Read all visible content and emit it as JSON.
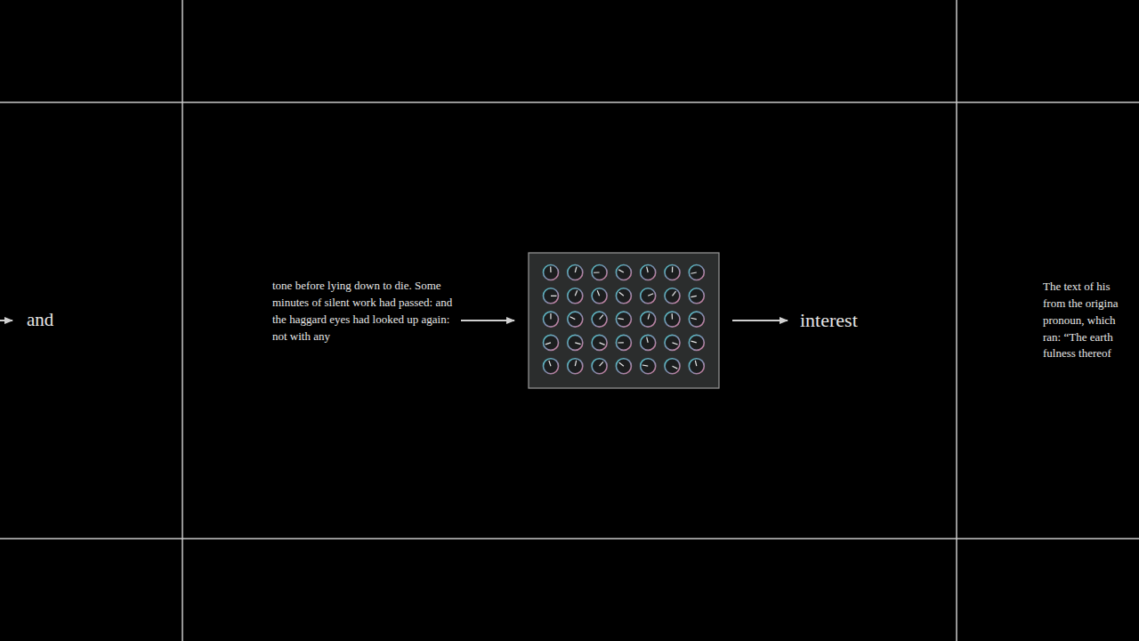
{
  "diagram": {
    "labels": [
      "and",
      "tone before lying down to die. Some minutes of silent work had passed: and the haggard eyes had looked up again: not with any",
      "interest",
      "The text of his from the origina pronoun, which ran: “The earth fulness thereof"
    ]
  }
}
